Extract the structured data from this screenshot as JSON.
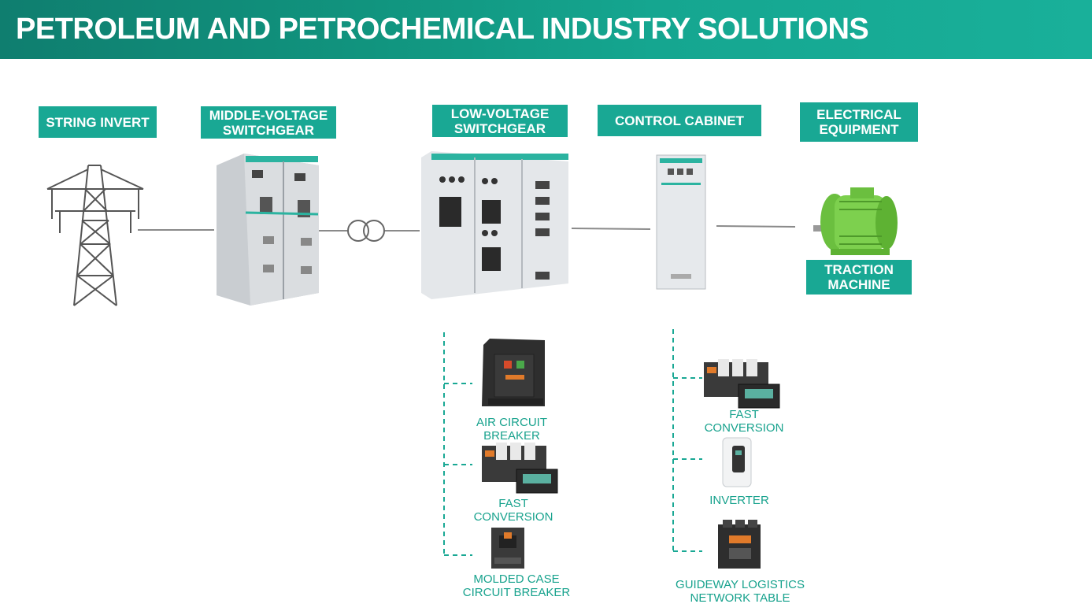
{
  "header": {
    "title": "PETROLEUM AND PETROCHEMICAL INDUSTRY SOLUTIONS"
  },
  "colors": {
    "accent": "#19a894",
    "header_start": "#0f7e6f",
    "header_end": "#19b09a",
    "label_text": "#17a28d"
  },
  "stages": [
    {
      "label": "STRING INVERT",
      "icon": "transmission-tower-icon"
    },
    {
      "label": "MIDDLE-VOLTAGE\nSWITCHGEAR",
      "icon": "mv-switchgear-icon"
    },
    {
      "label": "LOW-VOLTAGE\nSWITCHGEAR",
      "icon": "lv-switchgear-icon"
    },
    {
      "label": "CONTROL CABINET",
      "icon": "control-cabinet-icon"
    },
    {
      "label": "ELECTRICAL\nEQUIPMENT",
      "icon": "motor-icon"
    }
  ],
  "motor_label": "TRACTION\nMACHINE",
  "transformer_icon": "transformer-icon",
  "lv_components": [
    {
      "label": "AIR CIRCUIT\nBREAKER",
      "icon": "air-circuit-breaker-icon"
    },
    {
      "label": "FAST\nCONVERSION",
      "icon": "fast-conversion-icon"
    },
    {
      "label": "MOLDED CASE\nCIRCUIT BREAKER",
      "icon": "molded-case-breaker-icon"
    }
  ],
  "control_components": [
    {
      "label": "FAST\nCONVERSION",
      "icon": "fast-conversion-icon"
    },
    {
      "label": "INVERTER",
      "icon": "inverter-icon"
    },
    {
      "label": "GUIDEWAY LOGISTICS\nNETWORK TABLE",
      "icon": "contactor-icon"
    }
  ]
}
